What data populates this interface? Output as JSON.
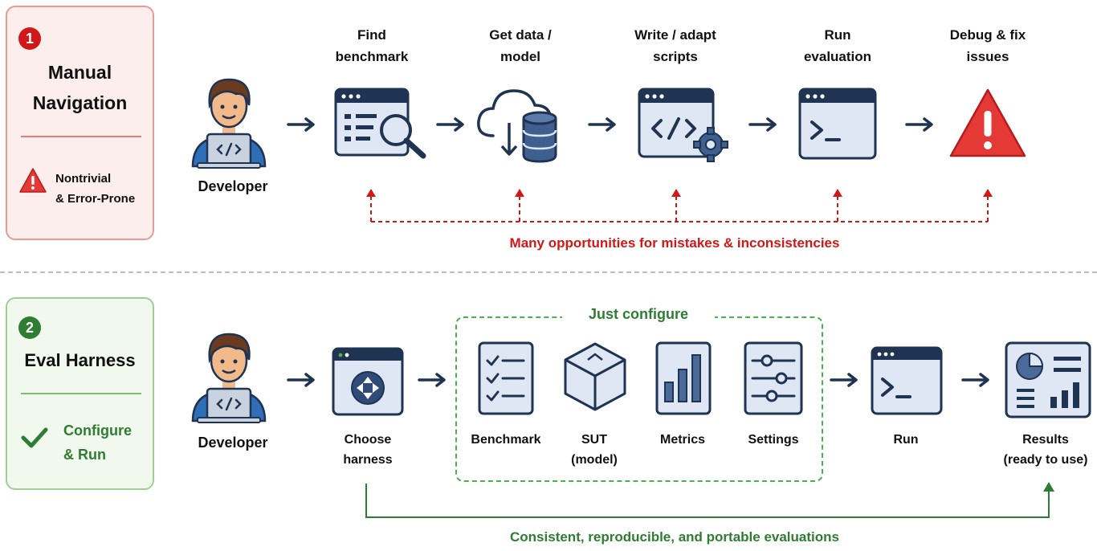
{
  "manual": {
    "badge": "1",
    "title_line1": "Manual",
    "title_line2": "Navigation",
    "warning_line1": "Nontrivial",
    "warning_line2": "& Error-Prone",
    "developer": "Developer",
    "steps": [
      {
        "line1": "Find",
        "line2": "benchmark"
      },
      {
        "line1": "Get data /",
        "line2": "model"
      },
      {
        "line1": "Write / adapt",
        "line2": "scripts"
      },
      {
        "line1": "Run",
        "line2": "evaluation"
      },
      {
        "line1": "Debug & fix",
        "line2": "issues"
      }
    ],
    "mistakes_note": "Many opportunities for mistakes & inconsistencies"
  },
  "harness": {
    "badge": "2",
    "title": "Eval Harness",
    "check_line1": "Configure",
    "check_line2": "& Run",
    "developer": "Developer",
    "choose_line1": "Choose",
    "choose_line2": "harness",
    "configure_title": "Just configure",
    "config_items": [
      {
        "line1": "Benchmark",
        "line2": ""
      },
      {
        "line1": "SUT",
        "line2": "(model)"
      },
      {
        "line1": "Metrics",
        "line2": ""
      },
      {
        "line1": "Settings",
        "line2": ""
      }
    ],
    "run": "Run",
    "results_line1": "Results",
    "results_line2": "(ready to use)",
    "consistency_note": "Consistent, reproducible, and portable evaluations"
  },
  "colors": {
    "red": "#d01818",
    "green": "#2e7d32",
    "navy": "#1f3352",
    "icon_fill": "#dfe7f5",
    "shirt": "#2f6fb7"
  }
}
